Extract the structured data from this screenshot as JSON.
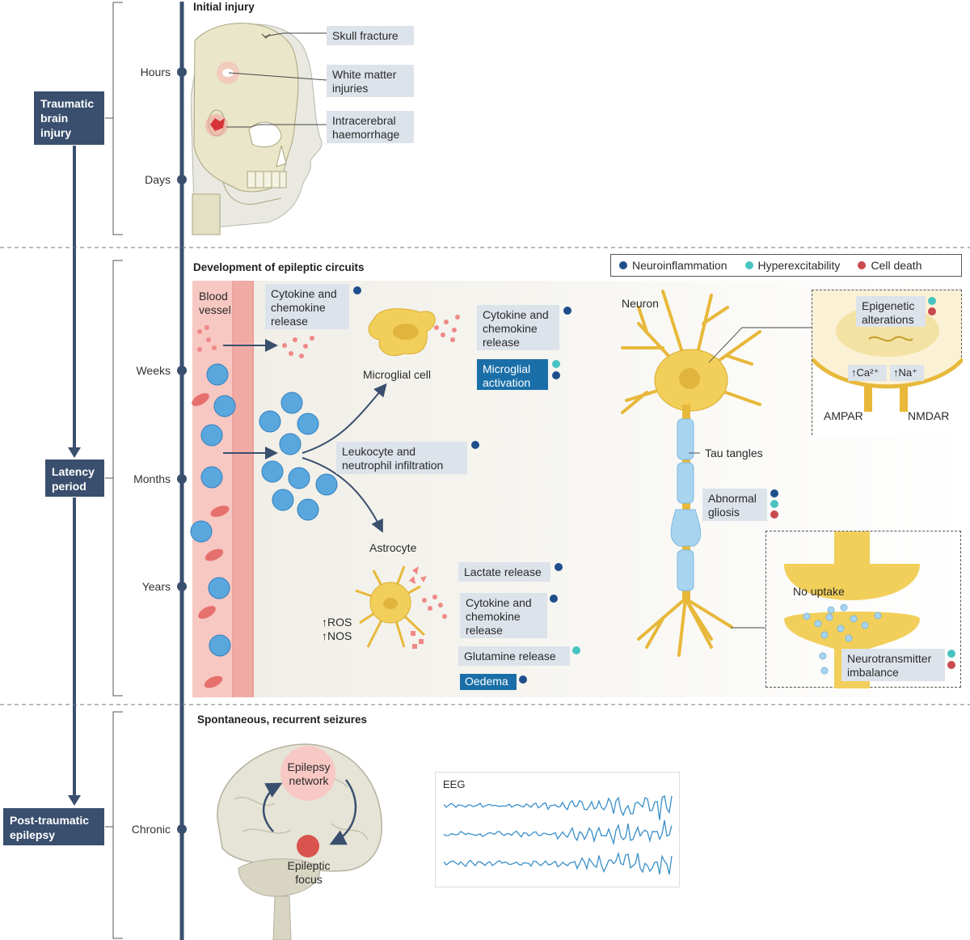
{
  "stages": {
    "tbi": "Traumatic brain injury",
    "latency": "Latency period",
    "pte": "Post-traumatic epilepsy"
  },
  "times": {
    "hours": "Hours",
    "days": "Days",
    "weeks": "Weeks",
    "months": "Months",
    "years": "Years",
    "chronic": "Chronic"
  },
  "sections": {
    "initial": "Initial injury",
    "development": "Development of epileptic circuits",
    "seizures": "Spontaneous, recurrent seizures"
  },
  "injury_labels": {
    "skull": "Skull fracture",
    "white_1": "White matter",
    "white_2": "injuries",
    "haem_1": "Intracerebral",
    "haem_2": "haemorrhage"
  },
  "legend": {
    "neuro": "Neuroinflammation",
    "hyper": "Hyperexcitability",
    "death": "Cell death",
    "colors": {
      "neuro": "#1f4e8c",
      "hyper": "#48c4c0",
      "death": "#c94a4f"
    }
  },
  "circuit_labels": {
    "blood_1": "Blood",
    "blood_2": "vessel",
    "cytokine_1": "Cytokine and",
    "cytokine_2": "chemokine",
    "cytokine_3": "release",
    "microglial_cell": "Microglial cell",
    "microglial_act_1": "Microglial",
    "microglial_act_2": "activation",
    "leuko_1": "Leukocyte and",
    "leuko_2": "neutrophil infiltration",
    "astrocyte": "Astrocyte",
    "lactate": "Lactate release",
    "glutamine": "Glutamine release",
    "oedema": "Oedema",
    "ros": "↑ROS",
    "nos": "↑NOS",
    "neuron": "Neuron",
    "tau": "Tau tangles",
    "gliosis_1": "Abnormal",
    "gliosis_2": "gliosis",
    "epi_1": "Epigenetic",
    "epi_2": "alterations",
    "ca": "↑Ca²⁺",
    "na": "↑Na⁺",
    "ampar": "AMPAR",
    "nmdar": "NMDAR",
    "no_uptake": "No uptake",
    "nt_1": "Neurotransmitter",
    "nt_2": "imbalance"
  },
  "seizure_labels": {
    "network_1": "Epilepsy",
    "network_2": "network",
    "focus_1": "Epileptic",
    "focus_2": "focus",
    "eeg": "EEG"
  }
}
